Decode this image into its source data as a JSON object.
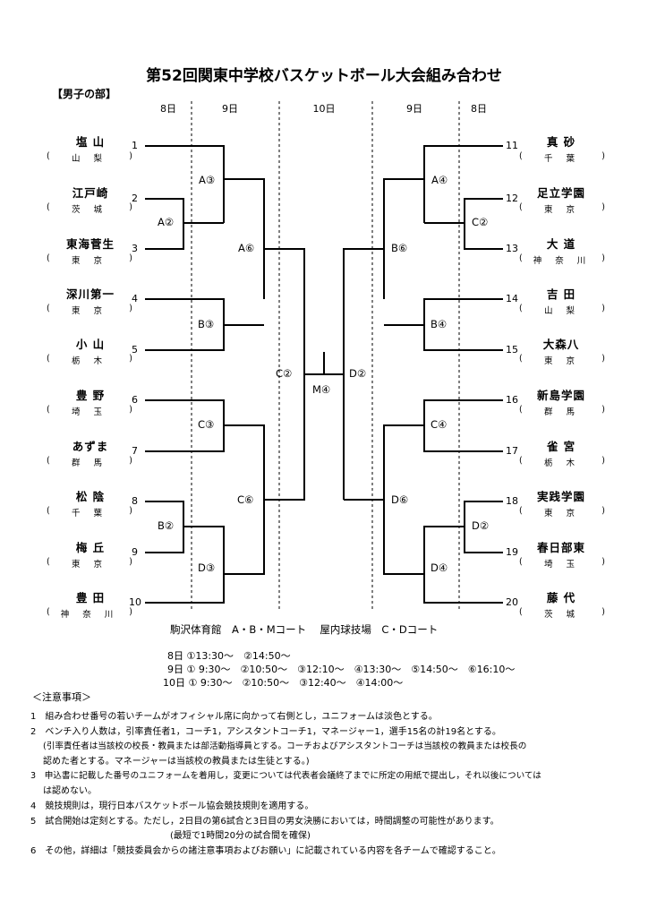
{
  "title": "第52回関東中学校バスケットボール大会組み合わせ",
  "section": "【男子の部】",
  "days": [
    "8日",
    "9日",
    "10日",
    "9日",
    "8日"
  ],
  "left_teams": [
    {
      "seed": "1",
      "name": "塩 山",
      "pref": [
        "(",
        "山 梨",
        ")"
      ]
    },
    {
      "seed": "2",
      "name": "江戸崎",
      "pref": [
        "(",
        "茨 城",
        ")"
      ]
    },
    {
      "seed": "3",
      "name": "東海菅生",
      "pref": [
        "(",
        "東 京",
        ")"
      ]
    },
    {
      "seed": "4",
      "name": "深川第一",
      "pref": [
        "(",
        "東 京",
        ")"
      ]
    },
    {
      "seed": "5",
      "name": "小 山",
      "pref": [
        "(",
        "栃 木",
        ")"
      ]
    },
    {
      "seed": "6",
      "name": "豊 野",
      "pref": [
        "(",
        "埼 玉",
        ")"
      ]
    },
    {
      "seed": "7",
      "name": "あずま",
      "pref": [
        "(",
        "群 馬",
        ")"
      ]
    },
    {
      "seed": "8",
      "name": "松 陰",
      "pref": [
        "(",
        "千 葉",
        ")"
      ]
    },
    {
      "seed": "9",
      "name": "梅 丘",
      "pref": [
        "(",
        "東 京",
        ")"
      ]
    },
    {
      "seed": "10",
      "name": "豊 田",
      "pref": [
        "(",
        "神 奈 川",
        ")"
      ]
    }
  ],
  "right_teams": [
    {
      "seed": "11",
      "name": "真 砂",
      "pref": [
        "(",
        "千 葉",
        ")"
      ]
    },
    {
      "seed": "12",
      "name": "足立学園",
      "pref": [
        "(",
        "東 京",
        ")"
      ]
    },
    {
      "seed": "13",
      "name": "大 道",
      "pref": [
        "(",
        "神 奈 川",
        ")"
      ]
    },
    {
      "seed": "14",
      "name": "吉 田",
      "pref": [
        "(",
        "山 梨",
        ")"
      ]
    },
    {
      "seed": "15",
      "name": "大森八",
      "pref": [
        "(",
        "東 京",
        ")"
      ]
    },
    {
      "seed": "16",
      "name": "新島学園",
      "pref": [
        "(",
        "群 馬",
        ")"
      ]
    },
    {
      "seed": "17",
      "name": "雀 宮",
      "pref": [
        "(",
        "栃 木",
        ")"
      ]
    },
    {
      "seed": "18",
      "name": "実践学園",
      "pref": [
        "(",
        "東 京",
        ")"
      ]
    },
    {
      "seed": "19",
      "name": "春日部東",
      "pref": [
        "(",
        "埼 玉",
        ")"
      ]
    },
    {
      "seed": "20",
      "name": "藤 代",
      "pref": [
        "(",
        "茨 城",
        ")"
      ]
    }
  ],
  "games": {
    "a2": "A②",
    "a3": "A③",
    "a6": "A⑥",
    "b3": "B③",
    "b2": "B②",
    "d3": "D③",
    "c3": "C③",
    "c6": "C⑥",
    "c2": "C②",
    "m4": "M④",
    "a4": "A④",
    "c2r": "C②",
    "b6": "B⑥",
    "b4": "B④",
    "d2": "D②",
    "c4": "C④",
    "d6": "D⑥",
    "d2r": "D②",
    "d4": "D④"
  },
  "venue": "駒沢体育館　A・B・Mコート　 屋内球技場　C・Dコート",
  "schedule": [
    "8日 ①13:30～　②14:50～",
    "9日 ① 9:30～　②10:50～　③12:10～　④13:30～　⑤14:50～　⑥16:10～",
    "10日 ① 9:30～　②10:50～　③12:40～　④14:00～",
    "(最短で1時間20分の試合間を確保)"
  ],
  "notes_title": "＜注意事項＞",
  "notes": [
    "1　組み合わせ番号の若いチームがオフィシャル席に向かって右側とし，ユニフォームは淡色とする。",
    "2　ベンチ入り人数は，引率責任者1，コーチ1，アシスタントコーチ1，マネージャー1，選手15名の計19名とする。",
    "(引率責任者は当該校の校長・教員または部活動指導員とする。コーチおよびアシスタントコーチは当該校の教員または校長の",
    "認めた者とする。マネージャーは当該校の教員または生徒とする。)",
    "3　申込書に記載した番号のユニフォームを着用し，変更については代表者会議終了までに所定の用紙で提出し，それ以後については",
    "は認めない。",
    "4　競技規則は，現行日本バスケットボール協会競技規則を適用する。",
    "5　試合開始は定刻とする。ただし，2日目の第6試合と3日目の男女決勝においては，時間調整の可能性があります。",
    "6　その他，詳細は「競技委員会からの諸注意事項およびお願い」に記載されている内容を各チームで確認すること。"
  ]
}
